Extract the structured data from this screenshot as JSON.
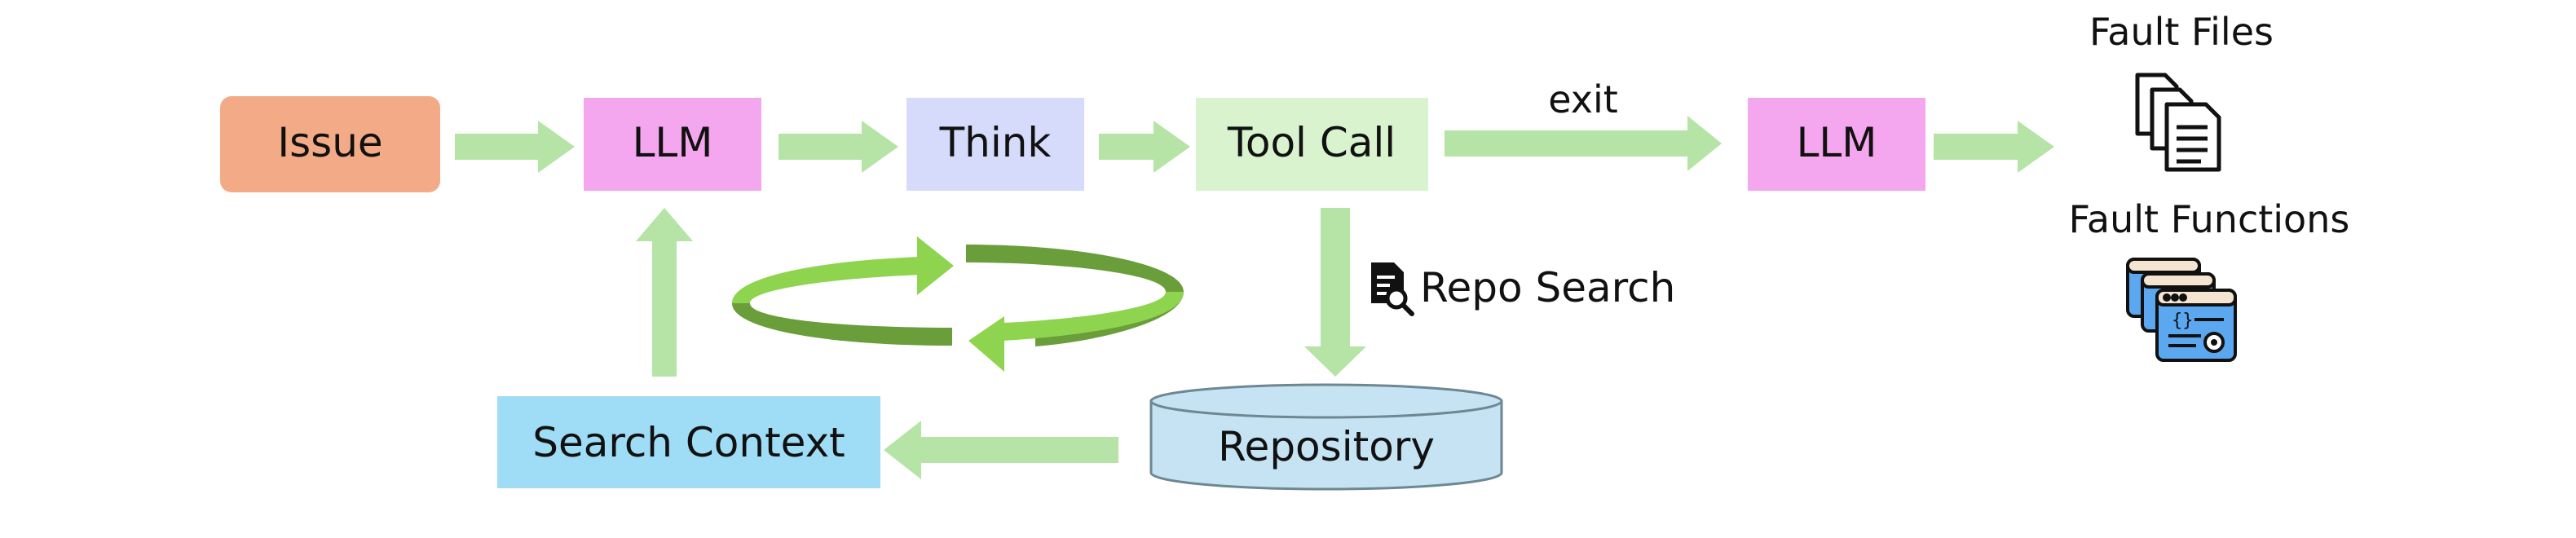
{
  "nodes": {
    "issue": {
      "label": "Issue",
      "color": "#F2AB86"
    },
    "llm_1": {
      "label": "LLM",
      "color": "#F4A6EE"
    },
    "think": {
      "label": "Think",
      "color": "#D6DBFB"
    },
    "tool_call": {
      "label": "Tool Call",
      "color": "#D8F3CE"
    },
    "llm_2": {
      "label": "LLM",
      "color": "#F4A6EE"
    },
    "search_context": {
      "label": "Search Context",
      "color": "#9FDDF6"
    },
    "repository": {
      "label": "Repository",
      "color": "#C5E3F2"
    }
  },
  "edges": {
    "exit_label": "exit",
    "repo_search_label": "Repo Search",
    "arrow_color": "#B5E4A6"
  },
  "outputs": {
    "fault_files": {
      "label": "Fault Files",
      "icon": "documents-icon"
    },
    "fault_functions": {
      "label": "Fault Functions",
      "icon": "code-windows-icon"
    }
  },
  "loop": {
    "icon": "cycle-arrows-icon",
    "light_color": "#8ED44E",
    "dark_color": "#6A9E3A"
  }
}
